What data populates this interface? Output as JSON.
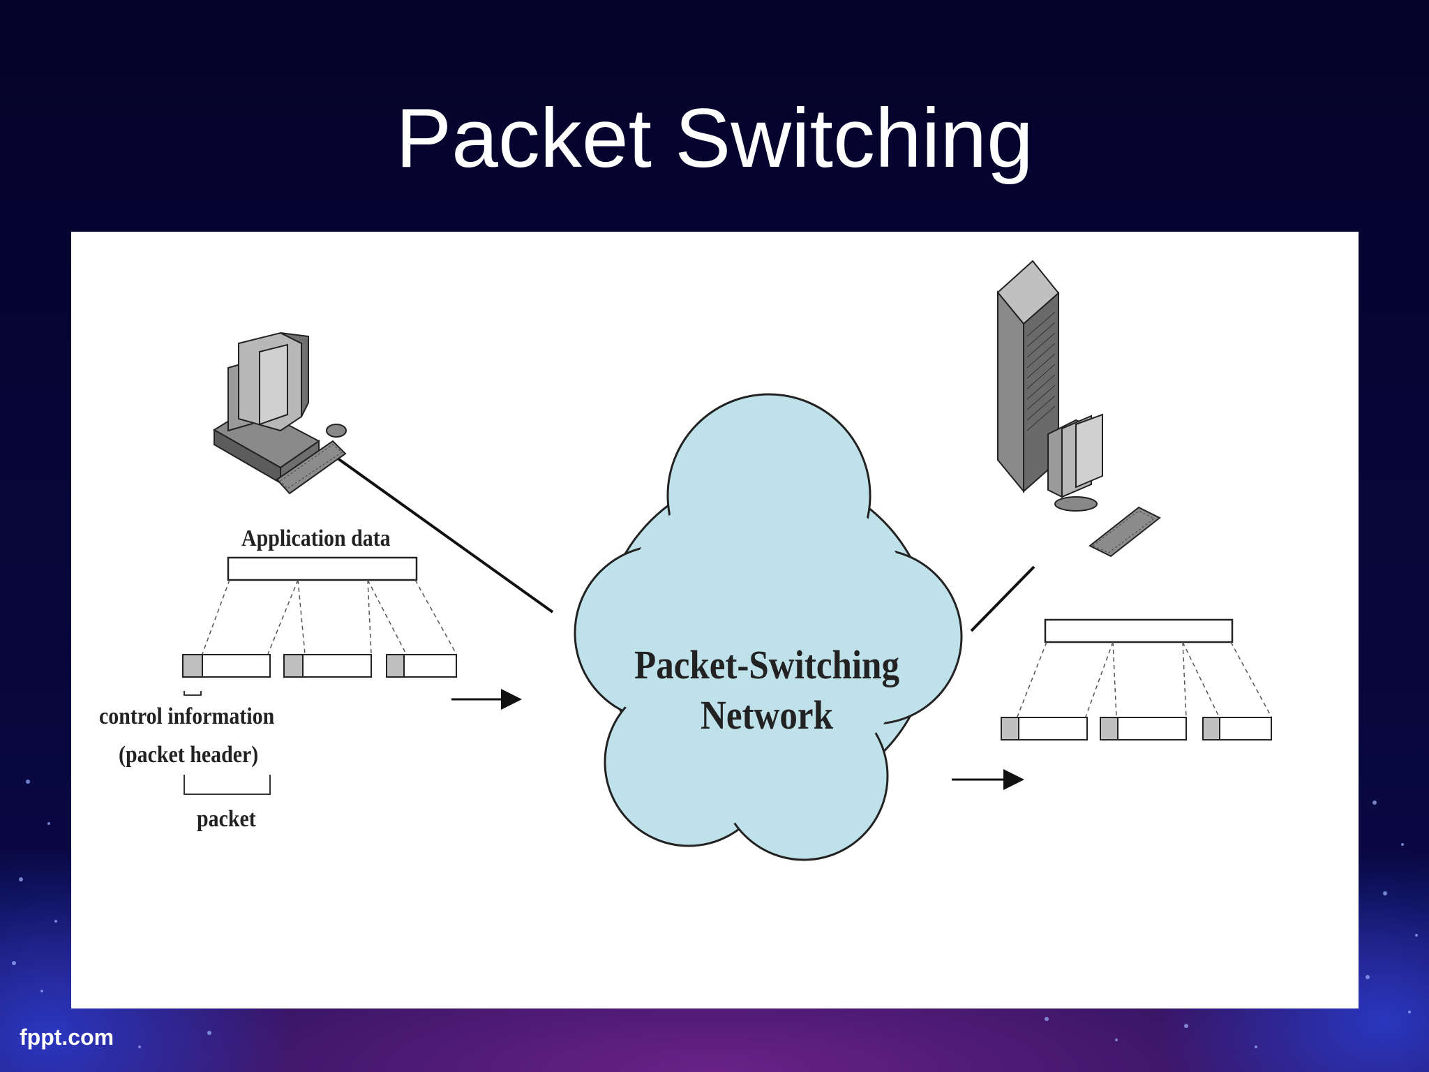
{
  "slide": {
    "title": "Packet Switching"
  },
  "diagram": {
    "application_data_label": "Application data",
    "control_info_label": "control information",
    "packet_header_label": "(packet header)",
    "packet_label": "packet",
    "network_label_line1": "Packet-Switching",
    "network_label_line2": "Network",
    "cloud_color": "#bfe1ea"
  },
  "footer": {
    "brand": "fppt.com"
  }
}
